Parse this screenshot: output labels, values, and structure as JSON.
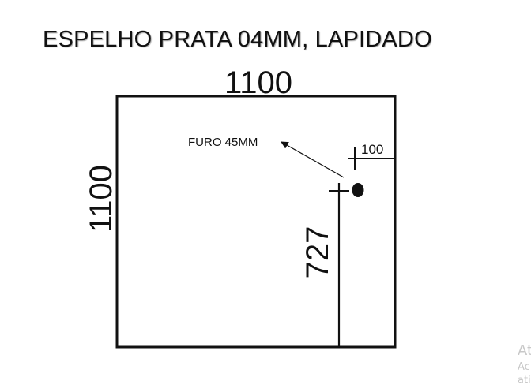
{
  "document": {
    "title": "ESPELHO PRATA 04MM, LAPIDADO"
  },
  "drawing": {
    "width_label": "1100",
    "height_label": "1100",
    "hole_label": "FURO 45MM",
    "right_offset_label": "100",
    "bottom_offset_label": "727",
    "colors": {
      "stroke": "#111111",
      "background": "#ffffff"
    }
  },
  "watermark": {
    "line1": "At",
    "line2": "Ac",
    "line3": "ati"
  }
}
